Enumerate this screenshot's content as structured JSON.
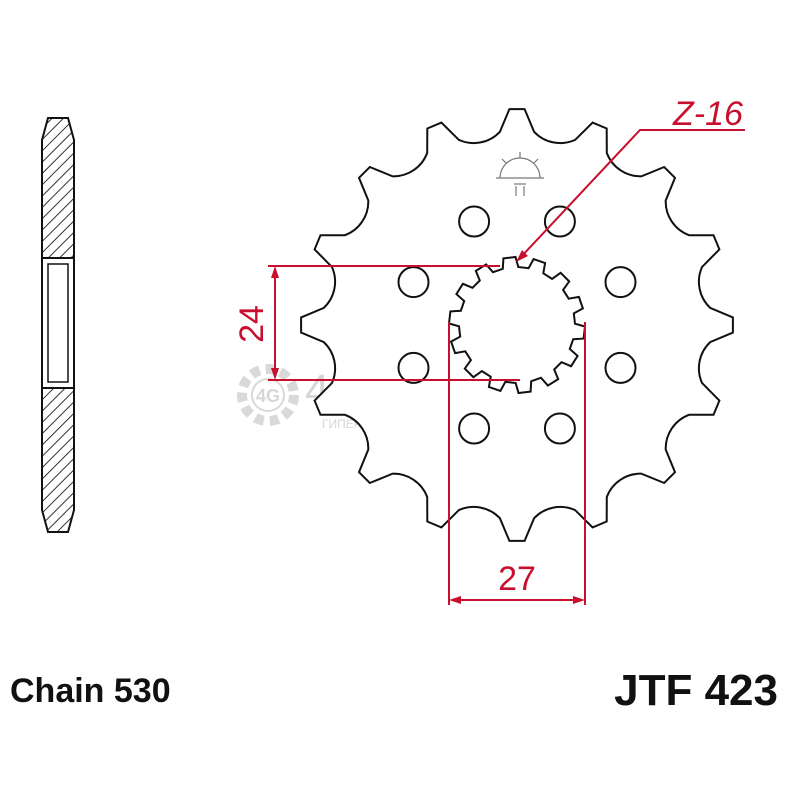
{
  "drawing": {
    "teeth_label": "Z-16",
    "bore_dimension": "24",
    "spline_dimension": "27"
  },
  "watermark": {
    "logo": "4G",
    "brand": "4Garage",
    "tagline": "ГИПЕРМАРКЕТ ЗАПЧАСТЕЙ"
  },
  "footer": {
    "chain": "Chain 530",
    "part_number": "JTF 423"
  },
  "colors": {
    "line": "#111111",
    "dimension": "#c8102e",
    "watermark": "#d0d0d0"
  }
}
